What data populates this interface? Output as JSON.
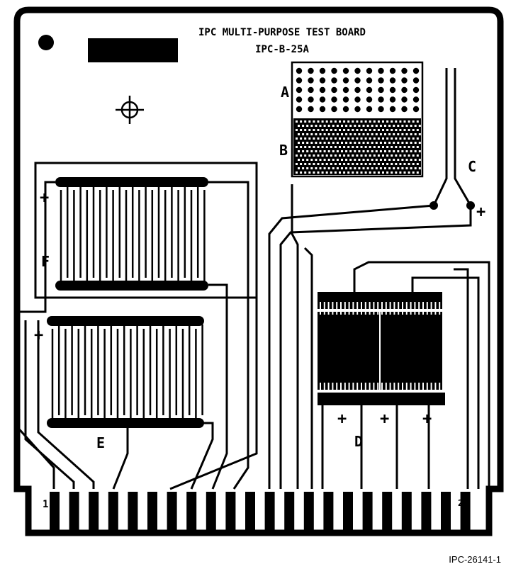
{
  "board": {
    "title": "IPC MULTI-PURPOSE TEST BOARD",
    "model": "IPC-B-25A"
  },
  "labels": {
    "a": "A",
    "b": "B",
    "c": "C",
    "d": "D",
    "e": "E",
    "f": "F",
    "plus": "+",
    "pin_first": "1",
    "pin_last": "22"
  },
  "figure_id": "IPC-26141-1"
}
